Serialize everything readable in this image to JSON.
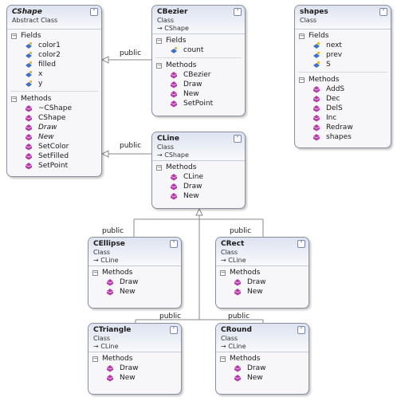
{
  "edge_labels": [
    "public",
    "public",
    "public",
    "public",
    "public",
    "public"
  ],
  "classes": {
    "cshape": {
      "name": "CShape",
      "kind": "Abstract Class",
      "fields_label": "Fields",
      "methods_label": "Methods",
      "fields": [
        "color1",
        "color2",
        "filled",
        "x",
        "y"
      ],
      "methods": [
        "~CShape",
        "CShape",
        "Draw",
        "New",
        "SetColor",
        "SetFilled",
        "SetPoint"
      ]
    },
    "cbezier": {
      "name": "CBezier",
      "kind": "Class",
      "base": "CShape",
      "fields_label": "Fields",
      "methods_label": "Methods",
      "fields": [
        "count"
      ],
      "methods": [
        "CBezier",
        "Draw",
        "New",
        "SetPoint"
      ]
    },
    "shapes": {
      "name": "shapes",
      "kind": "Class",
      "fields_label": "Fields",
      "methods_label": "Methods",
      "fields": [
        "next",
        "prev",
        "S"
      ],
      "methods": [
        "AddS",
        "Dec",
        "DelS",
        "Inc",
        "Redraw",
        "shapes"
      ]
    },
    "cline": {
      "name": "CLine",
      "kind": "Class",
      "base": "CShape",
      "methods_label": "Methods",
      "methods": [
        "CLine",
        "Draw",
        "New"
      ]
    },
    "cellipse": {
      "name": "CEllipse",
      "kind": "Class",
      "base": "CLine",
      "methods_label": "Methods",
      "methods": [
        "Draw",
        "New"
      ]
    },
    "crect": {
      "name": "CRect",
      "kind": "Class",
      "base": "CLine",
      "methods_label": "Methods",
      "methods": [
        "Draw",
        "New"
      ]
    },
    "ctriangle": {
      "name": "CTriangle",
      "kind": "Class",
      "base": "CLine",
      "methods_label": "Methods",
      "methods": [
        "Draw",
        "New"
      ]
    },
    "cround": {
      "name": "CRound",
      "kind": "Class",
      "base": "CLine",
      "methods_label": "Methods",
      "methods": [
        "Draw",
        "New"
      ]
    }
  },
  "icons": {
    "collapse": "double-chevron-up-icon",
    "field": "field-icon",
    "method": "method-icon",
    "inherit": "inherits-arrow-icon"
  },
  "colors": {
    "field_icon": "#3b6fc8",
    "method_icon": "#b23ba8",
    "header_top": "#dde3f0",
    "connector": "#8a8a8a"
  }
}
